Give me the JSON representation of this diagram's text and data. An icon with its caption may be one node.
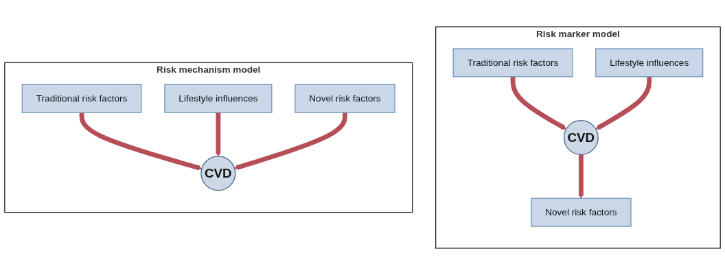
{
  "diagram": {
    "nodes": [
      {
        "text": [
          "Risk mechanism model"
        ]
      },
      {
        "text": [
          "Traditional risk factors"
        ],
        "in": 0
      },
      {
        "text": [
          "Lifestyle influences"
        ],
        "in": 0
      },
      {
        "text": [
          "CVD"
        ],
        "in": 0
      },
      {
        "text": [
          "Novel risk factors"
        ],
        "in": 0
      },
      {
        "text": [
          "Risk marker model"
        ]
      },
      {
        "text": [
          "Traditional risk factors"
        ],
        "in": 5
      },
      {
        "text": [
          "Lifestyle influences"
        ],
        "in": 5
      },
      {
        "text": [
          "CVD"
        ],
        "in": 5
      },
      {
        "text": [
          "Novel risk factors"
        ],
        "in": 5
      }
    ],
    "edges": [
      {
        "from": 1,
        "to": 3,
        "arrow": "to"
      },
      {
        "from": 2,
        "to": 3,
        "arrow": "to"
      },
      {
        "from": 4,
        "to": 3,
        "arrow": "to"
      },
      {
        "from": 6,
        "to": 8,
        "arrow": "to"
      },
      {
        "from": 7,
        "to": 8,
        "arrow": "to"
      },
      {
        "from": 8,
        "to": 9,
        "arrow": "to"
      }
    ]
  }
}
